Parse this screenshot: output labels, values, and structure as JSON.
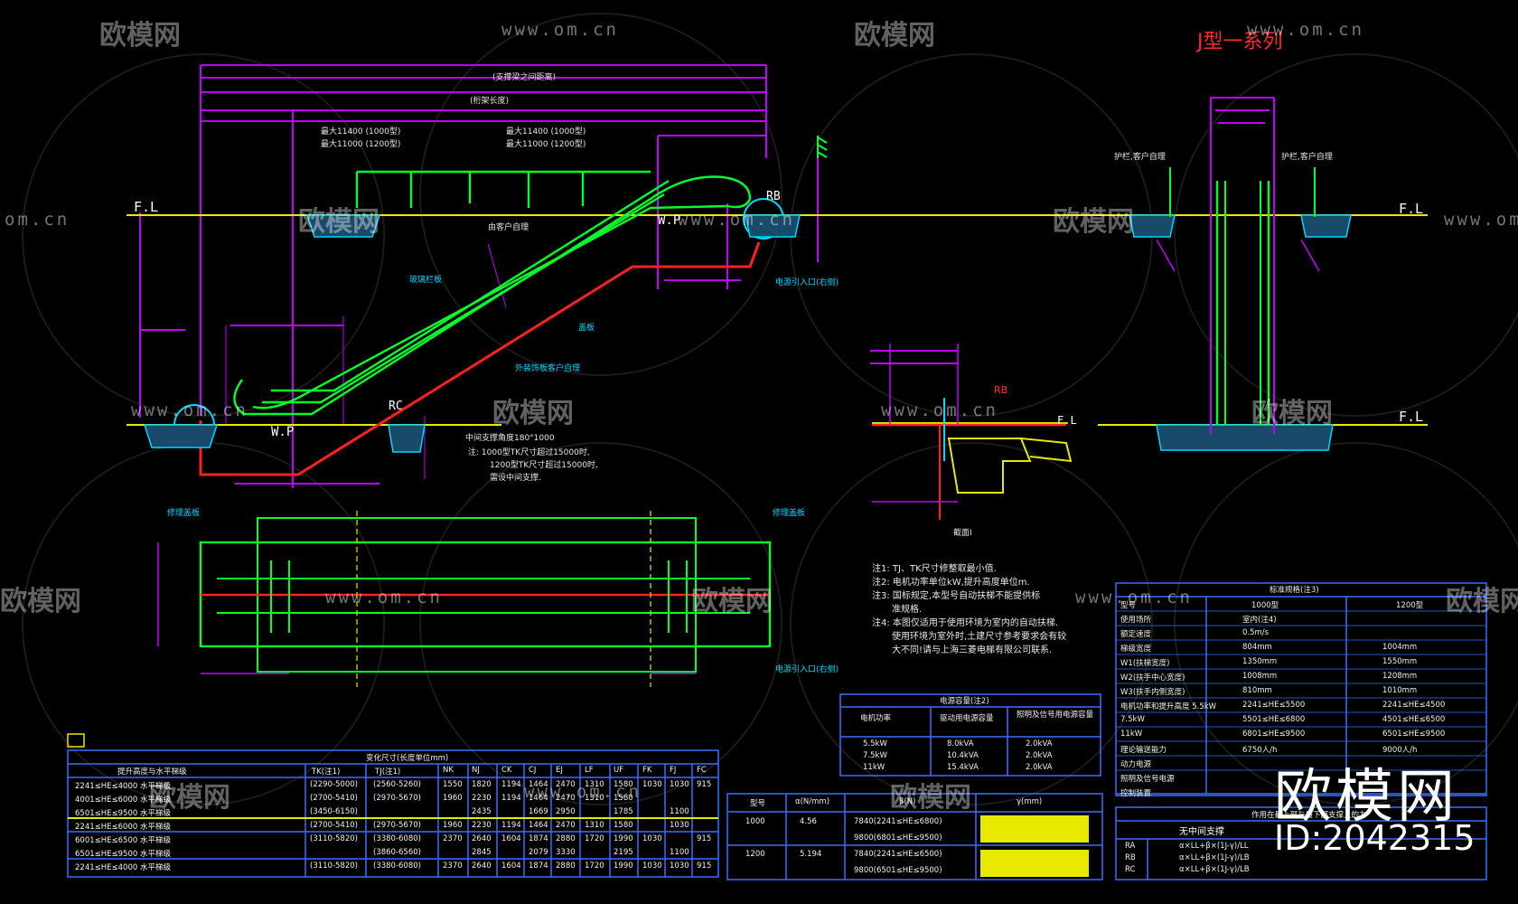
{
  "watermark": {
    "brand": "欧模网",
    "url": "www.om.cn",
    "url_short": "om.cn"
  },
  "brand": {
    "name": "欧模网",
    "id": "ID:2042315"
  },
  "drawing": {
    "series_title": "J型一系列",
    "floor_label": "F.L",
    "wp_label": "W.P",
    "rb_label": "RB",
    "rc_label": "RC",
    "section_label": "截面I",
    "annotations": {
      "support_span": "(支撑梁之间距离)",
      "truss_length": "(桁架长度)",
      "max_11400_1000": "最大11400 (1000型)",
      "max_11000_1200": "最大11000 (1200型)",
      "balustrade": "玻璃栏板",
      "client_supply": "由客户自理",
      "cover_plate": "盖板",
      "outer_panel": "外装饰板客户自理",
      "middle_support": "中间支撑角度180°1000",
      "max_lift_note": "注: 1000型TK尺寸超过15000时,",
      "max_lift_note2": "1200型TK尺寸超过15000时,",
      "max_lift_note3": "需设中间支撑.",
      "repair_cover": "修理盖板",
      "power_inlet": "电源引入口(右侧)",
      "handrail": "护栏,客户自理"
    }
  },
  "notes": [
    "注1: TJ、TK尺寸修整取最小值.",
    "注2: 电机功率单位kW,提升高度单位m.",
    "注3: 国标规定,本型号自动扶梯不能提供标",
    "准规格.",
    "注4: 本图仅适用于使用环境为室内的自动扶梯.",
    "使用环境为室外时,土建尺寸参考要求会有较",
    "大不同!请与上海三菱电梯有限公司联系."
  ],
  "size_table": {
    "title": "变化尺寸(长度单位mm)",
    "headers": [
      "提升高度与水平梯级",
      "TK(注1)",
      "TJ(注1)",
      "NK",
      "NJ",
      "CK",
      "CJ",
      "EJ",
      "LF",
      "UF",
      "FK",
      "FJ",
      "FC"
    ],
    "rows": [
      [
        "2241≤HE≤4000 水平梯级",
        "(2290-5000)",
        "(2560-5260)",
        "1550",
        "1820",
        "1194",
        "1464",
        "2470",
        "1310",
        "1580",
        "1030",
        "1030",
        "915"
      ],
      [
        "4001≤HE≤6000 水平梯级",
        "(2700-5410)",
        "(2970-5670)",
        "1960",
        "2230",
        "1194",
        "1464",
        "2470",
        "1310",
        "1580",
        "",
        "",
        ""
      ],
      [
        "6501≤HE≤9500 水平梯级",
        "(3450-6150)",
        "",
        "",
        "2435",
        "",
        "1669",
        "2950",
        "",
        "1785",
        "",
        "1100",
        ""
      ],
      [
        "2241≤HE≤6000 水平梯级",
        "(2700-5410)",
        "(2970-5670)",
        "1960",
        "2230",
        "1194",
        "1464",
        "2470",
        "1310",
        "1580",
        "",
        "1030",
        ""
      ],
      [
        "6001≤HE≤6500 水平梯级",
        "(3110-5820)",
        "(3380-6080)",
        "2370",
        "2640",
        "1604",
        "1874",
        "2880",
        "1720",
        "1990",
        "1030",
        "",
        "915"
      ],
      [
        "6501≤HE≤9500 水平梯级",
        "",
        "(3860-6560)",
        "",
        "2845",
        "",
        "2079",
        "3330",
        "",
        "2195",
        "",
        "1100",
        ""
      ],
      [
        "2241≤HE≤4000 水平梯级",
        "(3110-5820)",
        "(3380-6080)",
        "2370",
        "2640",
        "1604",
        "1874",
        "2880",
        "1720",
        "1990",
        "1030",
        "1030",
        "915"
      ]
    ]
  },
  "power_table": {
    "title": "电源容量(注2)",
    "headers": [
      "电机功率",
      "驱动用电源容量",
      "照明及信号用电源容量"
    ],
    "rows": [
      [
        "5.5kW",
        "8.0kVA",
        "2.0kVA"
      ],
      [
        "7.5kW",
        "10.4kVA",
        "2.0kVA"
      ],
      [
        "11kW",
        "15.4kVA",
        "2.0kVA"
      ]
    ]
  },
  "load_table": {
    "headers": [
      "型号",
      "α(N/mm)",
      "β(N)",
      "γ(mm)"
    ],
    "rows": [
      [
        "1000",
        "4.56",
        "7840(2241≤HE≤6800)",
        ""
      ],
      [
        "",
        "",
        "9800(6801≤HE≤9500)",
        ""
      ],
      [
        "1200",
        "5.194",
        "7840(2241≤HE≤6500)",
        ""
      ],
      [
        "",
        "",
        "9800(6501≤HE≤9500)",
        ""
      ]
    ]
  },
  "spec_table": {
    "title": "标准规格(注3)",
    "headers": [
      "型号",
      "1000型",
      "1200型"
    ],
    "rows": [
      [
        "使用场所",
        "室内(注4)",
        ""
      ],
      [
        "额定速度",
        "0.5m/s",
        ""
      ],
      [
        "梯级宽度",
        "804mm",
        "1004mm"
      ],
      [
        "W1(扶梯宽度)",
        "1350mm",
        "1550mm"
      ],
      [
        "W2(扶手中心宽度)",
        "1008mm",
        "1208mm"
      ],
      [
        "W3(扶手内侧宽度)",
        "810mm",
        "1010mm"
      ],
      [
        "电机功率和提升高度 5.5kW",
        "2241≤HE≤5500",
        "2241≤HE≤4500"
      ],
      [
        "7.5kW",
        "5501≤HE≤6800",
        "4501≤HE≤6500"
      ],
      [
        "11kW",
        "6801≤HE≤9500",
        "6501≤HE≤9500"
      ],
      [
        "理论输送能力",
        "6750人/h",
        "9000人/h"
      ],
      [
        "动力电源",
        "",
        ""
      ],
      [
        "照明及信号电源",
        "",
        ""
      ],
      [
        "控制装置",
        "",
        ""
      ]
    ]
  },
  "support_table": {
    "title": "作用在最上部与最下部支撑上的力",
    "label": "无中间支撑",
    "rows": [
      [
        "RA",
        "α×LL+β×(1J-γ)/LL"
      ],
      [
        "RB",
        "α×LL+β×(1J-γ)/LB"
      ],
      [
        "RC",
        "α×LL+β×(1J-γ)/LB"
      ]
    ]
  },
  "colors": {
    "background": "#000000",
    "magenta": "#c000ff",
    "green": "#00ff2a",
    "red": "#ff2020",
    "cyan": "#00d7ff",
    "yellow": "#e8e800",
    "blue": "#3a6cff"
  }
}
